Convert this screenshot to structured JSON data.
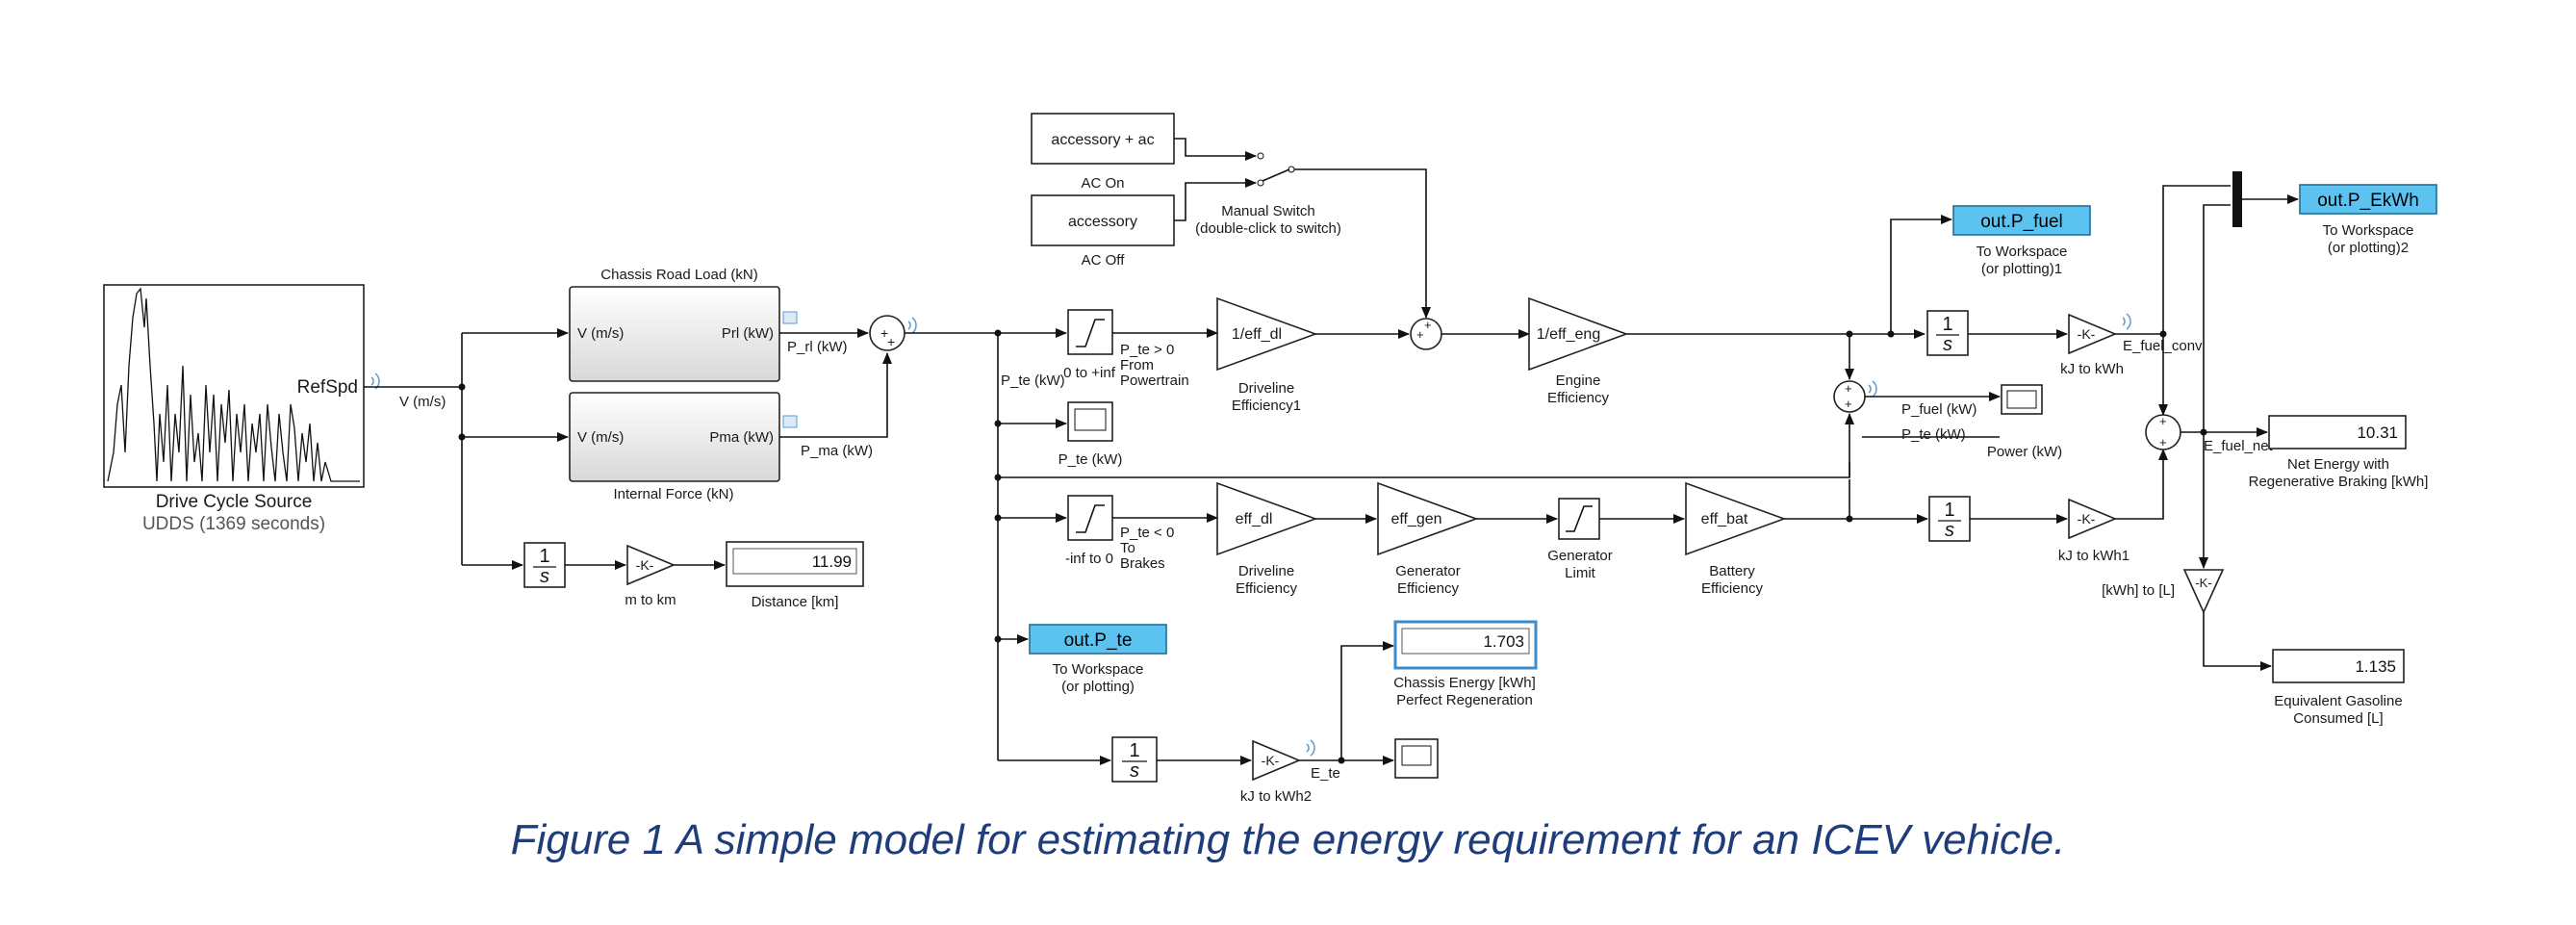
{
  "caption": "Figure 1 A simple model for estimating the energy requirement for an ICEV vehicle.",
  "source_block": {
    "port_label": "RefSpd",
    "name": "Drive Cycle Source",
    "subtitle": "UDDS (1369  seconds)"
  },
  "signals": {
    "v": "V (m/s)",
    "p_rl": "P_rl (kW)",
    "p_ma": "P_ma (kW)",
    "p_te": "P_te (kW)",
    "p_te_pos": "P_te > 0",
    "from_powertrain_1": "From",
    "from_powertrain_2": "Powertrain",
    "p_te_neg": "P_te < 0",
    "to_brakes_1": "To",
    "to_brakes_2": "Brakes",
    "e_te": "E_te",
    "e_fuel_conv": "E_fuel_conv",
    "e_fuel_net": "E_fuel_net",
    "p_fuel": "P_fuel (kW)",
    "p_te2": "P_te (kW)"
  },
  "subsystems": {
    "road_load": {
      "title": "Chassis Road Load (kN)",
      "in": "V (m/s)",
      "out": "Prl (kW)"
    },
    "internal": {
      "title": "Internal Force (kN)",
      "in": "V (m/s)",
      "out": "Pma (kW)"
    }
  },
  "constants": {
    "acc_ac": "accessory + ac",
    "ac_on": "AC On",
    "acc": "accessory",
    "ac_off": "AC Off"
  },
  "switch": {
    "name1": "Manual Switch",
    "name2": "(double-click to switch)"
  },
  "blocks": {
    "integrator": "1",
    "integrator_den": "s",
    "gain": "-K-",
    "m_to_km": "m to km",
    "sat_pos": "0 to +inf",
    "sat_neg": "-inf to 0",
    "scope_pte": "P_te (kW)",
    "driveline1_gain": "1/eff_dl",
    "driveline1_name1": "Driveline",
    "driveline1_name2": "Efficiency1",
    "engine_gain": "1/eff_eng",
    "engine_name1": "Engine",
    "engine_name2": "Efficiency",
    "driveline_gain": "eff_dl",
    "driveline_name1": "Driveline",
    "driveline_name2": "Efficiency",
    "gen_gain": "eff_gen",
    "gen_name1": "Generator",
    "gen_name2": "Efficiency",
    "gen_limit1": "Generator",
    "gen_limit2": "Limit",
    "bat_gain": "eff_bat",
    "bat_name1": "Battery",
    "bat_name2": "Efficiency",
    "kj_kwh": "kJ to kWh",
    "kj_kwh1": "kJ to kWh1",
    "kj_kwh2": "kJ to kWh2",
    "kwh_to_l": "[kWh] to [L]",
    "power_scope": "Power (kW)"
  },
  "workspace": {
    "p_te": {
      "var": "out.P_te",
      "name1": "To Workspace",
      "name2": "(or plotting)"
    },
    "p_fuel": {
      "var": "out.P_fuel",
      "name1": "To Workspace",
      "name2": "(or plotting)1"
    },
    "p_ekwh": {
      "var": "out.P_EkWh",
      "name1": "To Workspace",
      "name2": "(or plotting)2"
    }
  },
  "displays": {
    "distance": {
      "value": "11.99",
      "label": "Distance [km]"
    },
    "chassis": {
      "value": "1.703",
      "label1": "Chassis Energy [kWh]",
      "label2": "Perfect Regeneration"
    },
    "net": {
      "value": "10.31",
      "label1": "Net Energy with",
      "label2": "Regenerative Braking [kWh]"
    },
    "gas": {
      "value": "1.135",
      "label1": "Equivalent Gasoline",
      "label2": "Consumed [L]"
    }
  },
  "sum_signs": {
    "plus": "+"
  }
}
